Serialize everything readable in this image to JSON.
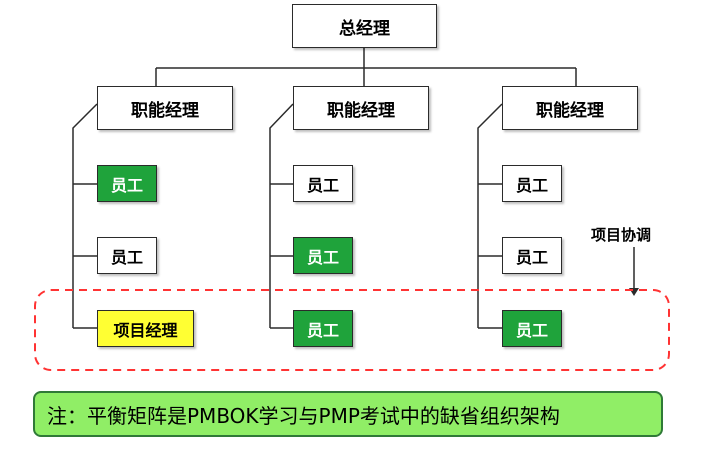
{
  "top": {
    "label": "总经理"
  },
  "columns": [
    {
      "manager": "职能经理",
      "items": [
        {
          "label": "员工",
          "color": "#1fa33b"
        },
        {
          "label": "员工",
          "color": "#ffffff"
        },
        {
          "label": "项目经理",
          "color": "#ffff33"
        }
      ]
    },
    {
      "manager": "职能经理",
      "items": [
        {
          "label": "员工",
          "color": "#ffffff"
        },
        {
          "label": "员工",
          "color": "#1fa33b"
        },
        {
          "label": "员工",
          "color": "#1fa33b"
        }
      ]
    },
    {
      "manager": "职能经理",
      "items": [
        {
          "label": "员工",
          "color": "#ffffff"
        },
        {
          "label": "员工",
          "color": "#ffffff"
        },
        {
          "label": "员工",
          "color": "#1fa33b"
        }
      ]
    }
  ],
  "annotation": {
    "label": "项目协调"
  },
  "note": {
    "text": "注：平衡矩阵是PMBOK学习与PMP考试中的缺省组织架构"
  },
  "colors": {
    "green": "#1fa33b",
    "yellow": "#ffff33",
    "note_bg": "#90ee66",
    "dashed": "#ff3333"
  }
}
